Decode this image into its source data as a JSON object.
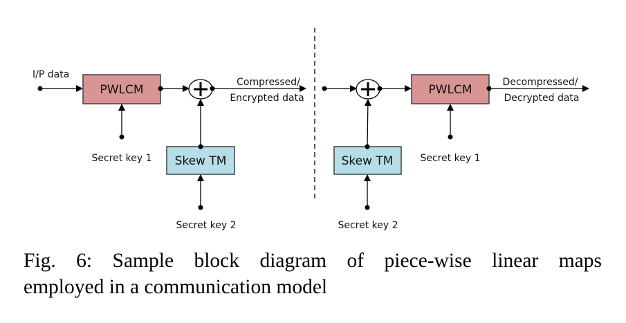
{
  "diagram": {
    "encoder": {
      "input_label": "I/P data",
      "map_block": "PWLCM",
      "xor_symbol": "+",
      "skew_block": "Skew TM",
      "key1_label": "Secret key 1",
      "key2_label": "Secret key 2",
      "output_label_line1": "Compressed/",
      "output_label_line2": "Encrypted data"
    },
    "decoder": {
      "xor_symbol": "+",
      "map_block": "PWLCM",
      "skew_block": "Skew TM",
      "key1_label": "Secret key 1",
      "key2_label": "Secret key 2",
      "output_label_line1": "Decompressed/",
      "output_label_line2": "Decrypted data"
    },
    "colors": {
      "pwlcm_fill": "#d99594",
      "skew_fill": "#b7dde8",
      "stroke": "#404040"
    }
  },
  "caption": {
    "line1": "Fig. 6: Sample block diagram of piece-wise linear maps",
    "line2": "employed in a communication model"
  }
}
